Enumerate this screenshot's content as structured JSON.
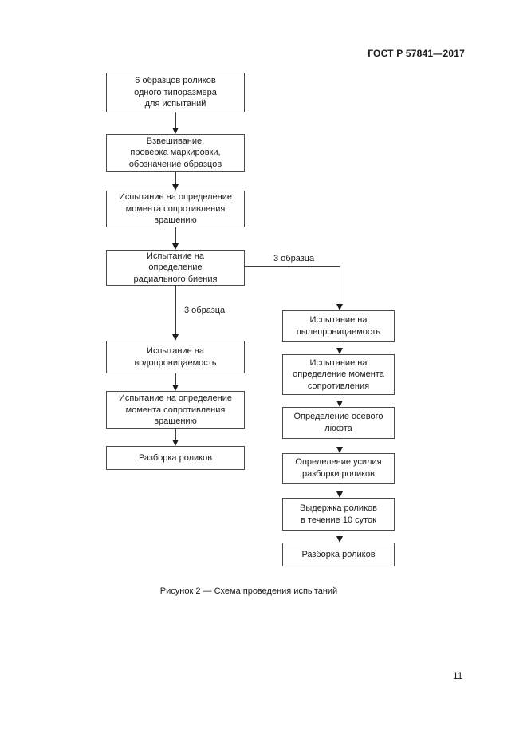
{
  "document": {
    "header": "ГОСТ Р 57841—2017",
    "caption": "Рисунок 2 — Схема проведения испытаний",
    "page_number": "11"
  },
  "flowchart": {
    "nodes": {
      "samples": "6 образцов роликов\nодного типоразмера\nдля испытаний",
      "weighing": "Взвешивание,\nпроверка маркировки,\nобозначение образцов",
      "torque_test_1": "Испытание на определение\nмомента сопротивления\nвращению",
      "radial_runout": "Испытание на\nопределение\nрадиального биения",
      "water_test": "Испытание на\nводопроницаемость",
      "torque_test_2": "Испытание на определение\nмомента сопротивления\nвращению",
      "disassembly_left": "Разборка роликов",
      "dust_test": "Испытание на\nпылепроницаемость",
      "torque_test_3": "Испытание на\nопределение момента\nсопротивления",
      "axial_play": "Определение осевого\nлюфта",
      "disassembly_force": "Определение усилия\nразборки роликов",
      "holding": "Выдержка роликов\nв течение 10 суток",
      "disassembly_right": "Разборка роликов"
    },
    "branch_labels": {
      "left": "3 образца",
      "right": "3 образца"
    }
  }
}
